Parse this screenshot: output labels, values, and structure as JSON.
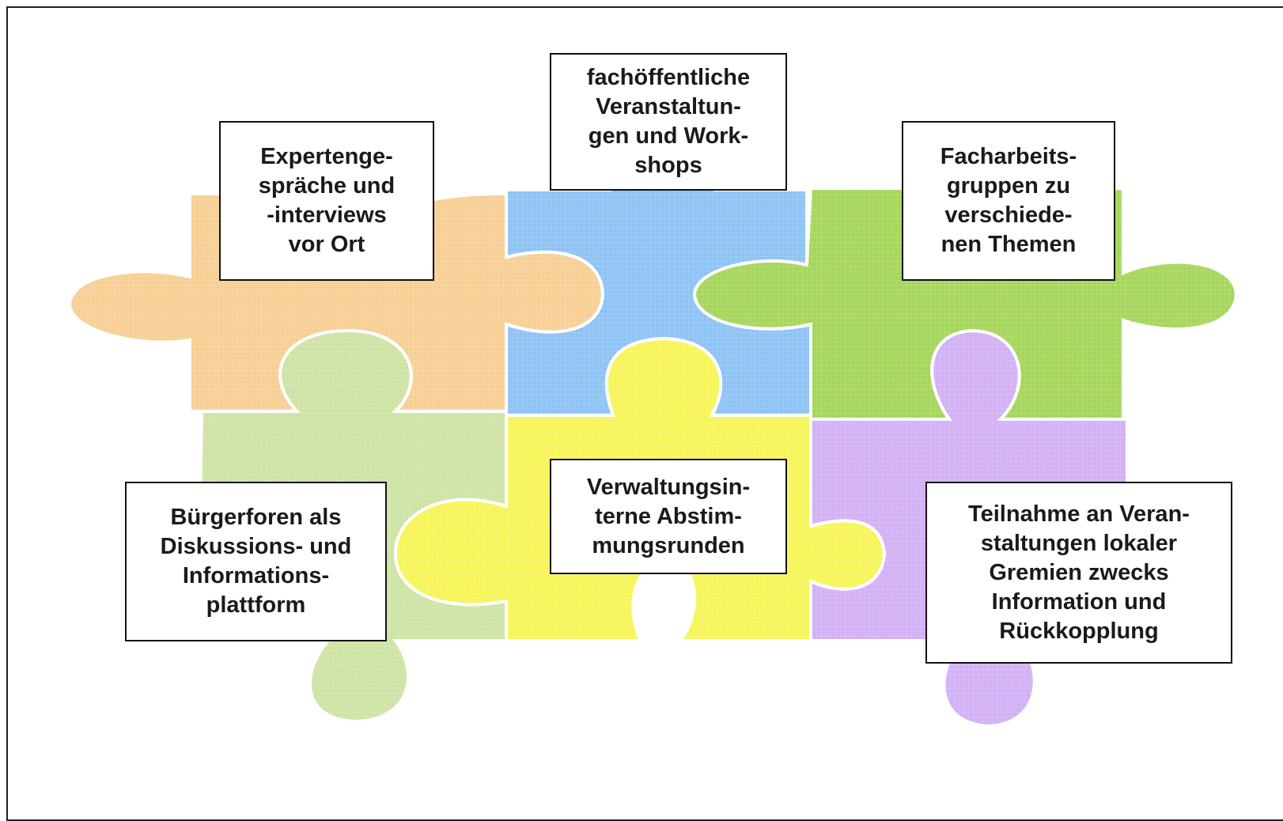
{
  "diagram": {
    "pieces": [
      {
        "id": "experten",
        "color": "#f6cf95",
        "label": "Expertenge-\nspräche und\n-interviews\nvor Ort"
      },
      {
        "id": "fach",
        "color": "#8fc3f5",
        "label": "fachöffentliche\nVeranstaltun-\ngen und Work-\nshops"
      },
      {
        "id": "facharb",
        "color": "#a6d65c",
        "label": "Facharbeits-\ngruppen zu\nverschiede-\nnen Themen"
      },
      {
        "id": "buerger",
        "color": "#cfe3a6",
        "label": "Bürgerforen als\nDiskussions- und\nInformations-\nplattform"
      },
      {
        "id": "verwalt",
        "color": "#f7f55a",
        "label": "Verwaltungsin-\nterne Abstim-\nmungsrunden"
      },
      {
        "id": "teilnahme",
        "color": "#d2b1f5",
        "label": "Teilnahme an Veran-\nstaltungen lokaler\nGremien zwecks\nInformation und\nRückkopplung"
      }
    ]
  }
}
